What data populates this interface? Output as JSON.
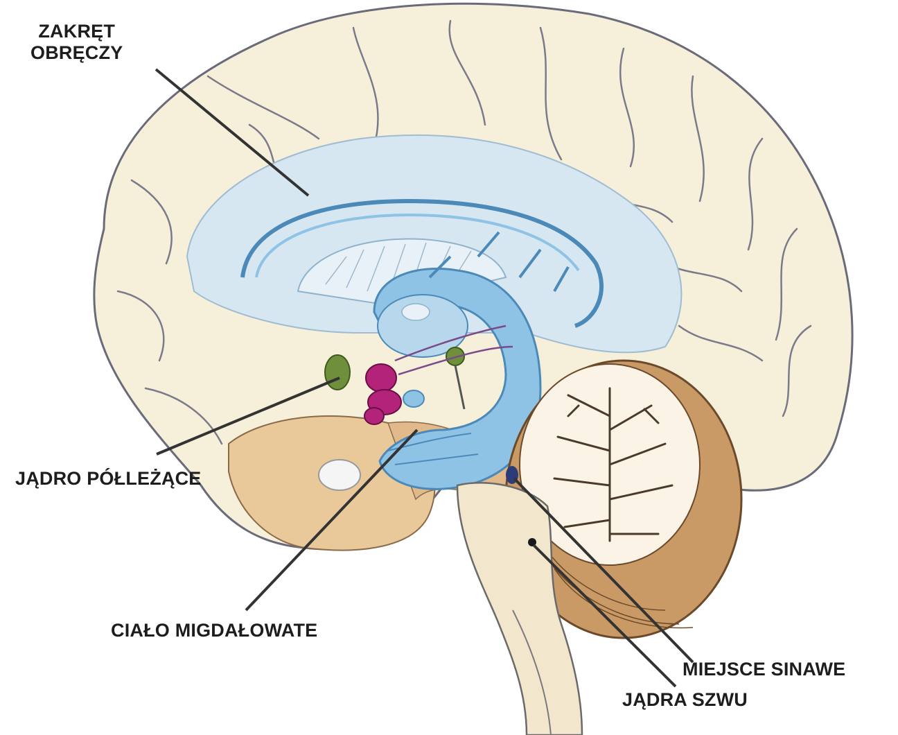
{
  "labels": {
    "cingulate_line1": "ZAKRĘT",
    "cingulate_line2": "OBRĘCZY",
    "accumbens": "JĄDRO PÓŁLEŻĄCE",
    "amygdala": "CIAŁO MIGDAŁOWATE",
    "locus_coeruleus": "MIEJSCE SINAWE",
    "raphe_nuclei": "JĄDRA SZWU"
  },
  "colors": {
    "cortex": "#f6efd9",
    "cortex_outline": "#6a6a7a",
    "limbic": "#d6e7f1",
    "fornix": "#8fc3e6",
    "fornix_dark": "#4b89b8",
    "temporal": "#e9c99a",
    "cerebellum_outer": "#c99a66",
    "cerebellum_inner": "#fbf4e6",
    "brainstem": "#f2e6cc",
    "accumbens_green": "#6f8f3c",
    "magenta": "#b3237a",
    "navy": "#2c3c78",
    "leader": "#333333"
  }
}
